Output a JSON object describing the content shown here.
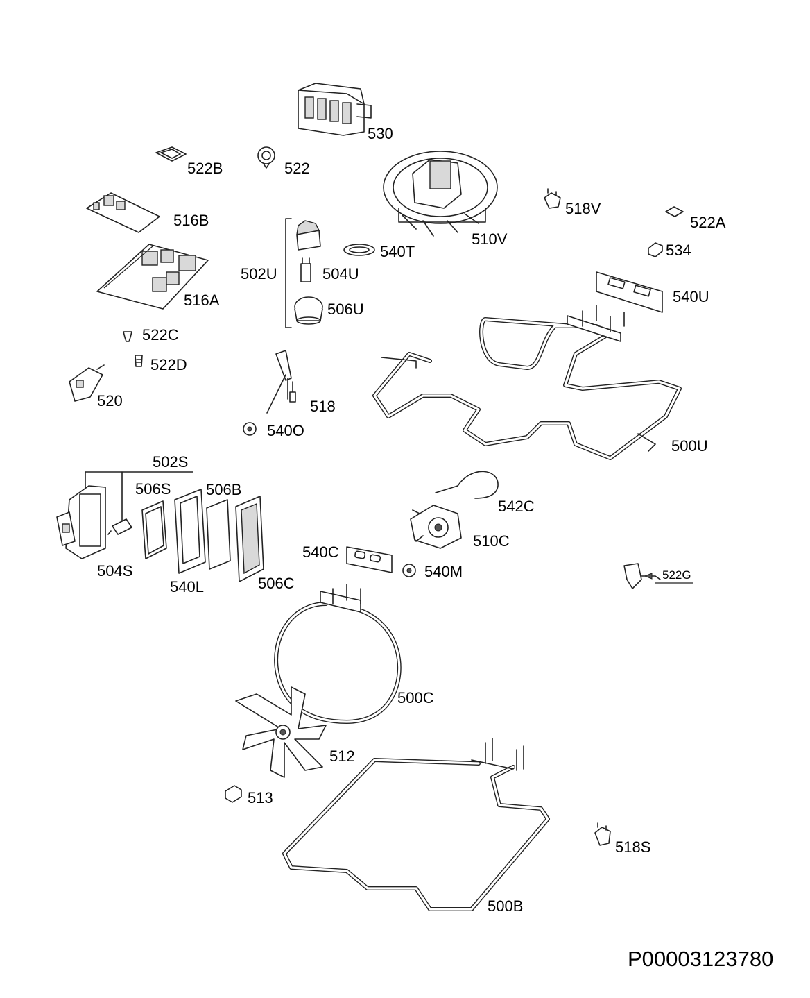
{
  "diagram_id": "P00003123780",
  "parts": {
    "p530": "530",
    "p522b": "522B",
    "p522": "522",
    "p516b": "516B",
    "p516a": "516A",
    "p502u": "502U",
    "p504u": "504U",
    "p506u": "506U",
    "p540t": "540T",
    "p510v": "510V",
    "p518v": "518V",
    "p522a": "522A",
    "p534": "534",
    "p540u": "540U",
    "p522c": "522C",
    "p522d": "522D",
    "p520": "520",
    "p518": "518",
    "p540o": "540O",
    "p500u": "500U",
    "p502s": "502S",
    "p506s": "506S",
    "p506b": "506B",
    "p504s": "504S",
    "p540l": "540L",
    "p506c": "506C",
    "p542c": "542C",
    "p510c": "510C",
    "p540c": "540C",
    "p540m": "540M",
    "p522g": "522G",
    "p500c": "500C",
    "p512": "512",
    "p513": "513",
    "p518s": "518S",
    "p500b": "500B"
  }
}
